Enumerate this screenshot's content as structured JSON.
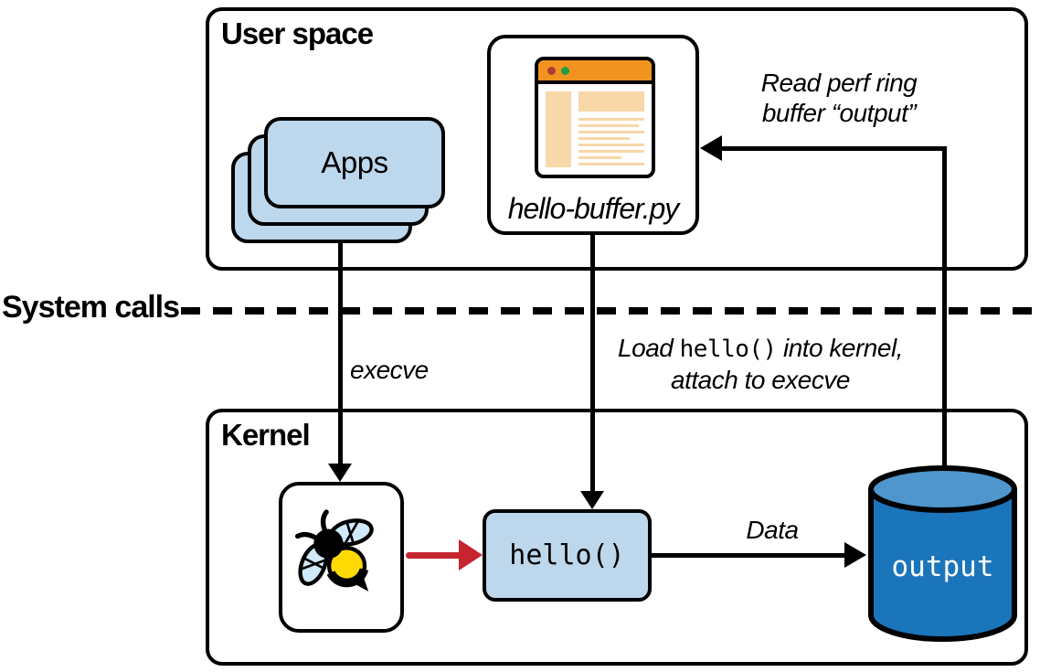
{
  "colors": {
    "card_blue": "#bdd7ec",
    "cyl_blue": "#1b75bb",
    "cyl_top_blue": "#4e96cc",
    "orange": "#f0941f",
    "light_orange": "#f8d7a8",
    "red_arrow": "#c5252f",
    "dot_red": "#b23a31",
    "dot_green": "#1f9e44",
    "bee_yellow": "#ffd903",
    "bee_wing": "#cfe9f8"
  },
  "user_space": {
    "title": "User space",
    "apps_label": "Apps",
    "hello_buffer_label": "hello-buffer.py"
  },
  "kernel": {
    "title": "Kernel",
    "hello_fn_label": "hello()",
    "output_label": "output"
  },
  "annotations": {
    "read_perf_line1": "Read perf ring",
    "read_perf_line2": "buffer “output”",
    "system_calls": "System calls",
    "execve": "execve",
    "load_pre": "Load ",
    "load_code": "hello()",
    "load_post": " into kernel,",
    "load_line2": "attach to execve",
    "data": "Data"
  },
  "icons": {
    "browser_window": {
      "name": "browser-window-icon",
      "line_widths": [
        100,
        92,
        100,
        78,
        100,
        100,
        65,
        100
      ]
    },
    "bee": {
      "name": "ebpf-bee-icon"
    },
    "database": {
      "name": "database-cylinder-icon"
    }
  }
}
